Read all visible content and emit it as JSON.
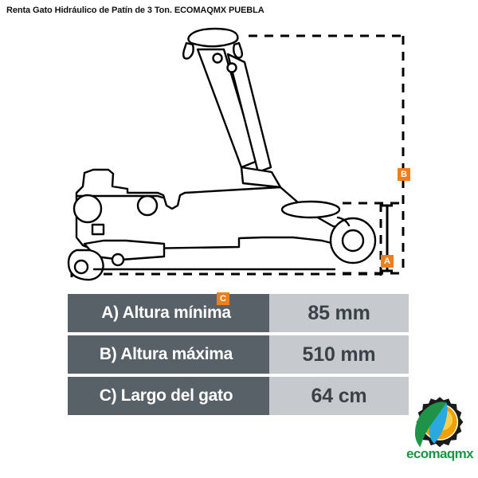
{
  "page": {
    "title": "Renta Gato Hidráulico de Patín de 3 Ton. ECOMAQMX PUEBLA",
    "background_color": "#ffffff"
  },
  "diagram": {
    "name": "hydraulic-floor-jack-side-view",
    "line_color": "#000000",
    "dimension_badges": [
      {
        "id": "A",
        "label": "A",
        "meaning": "Altura mínima",
        "color": "#ef7f1a"
      },
      {
        "id": "B",
        "label": "B",
        "meaning": "Altura máxima",
        "color": "#ef7f1a"
      },
      {
        "id": "C",
        "label": "C",
        "meaning": "Largo del gato",
        "color": "#ef7f1a"
      }
    ]
  },
  "spec_table": {
    "label_bg": "#586068",
    "value_bg": "#c6cace",
    "rows": [
      {
        "label": "A) Altura mínima",
        "value": "85 mm"
      },
      {
        "label": "B) Altura máxima",
        "value": "510 mm"
      },
      {
        "label": "C) Largo del gato",
        "value": "64 cm"
      }
    ]
  },
  "logo": {
    "text": "ecomaqmx",
    "text_color": "#1f9448",
    "gear_color": "#1b1b1b",
    "sun_color_outer": "#f0a000",
    "sun_color_inner": "#f6d44a",
    "leaf_green": "#1f9448",
    "leaf_blue": "#2aa9e0"
  }
}
